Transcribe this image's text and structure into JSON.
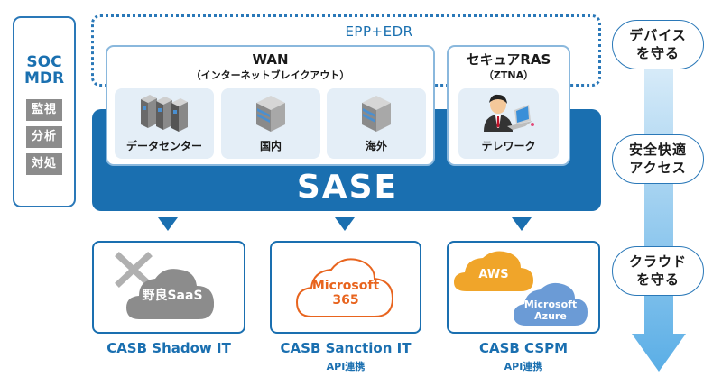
{
  "soc": {
    "title_line1": "SOC",
    "title_line2": "MDR",
    "tags": [
      "監視",
      "分析",
      "対処"
    ]
  },
  "epp": {
    "label": "EPP+EDR"
  },
  "wan": {
    "title": "WAN",
    "subtitle": "（インターネットブレイクアウト）",
    "tiles": [
      {
        "label": "データセンター",
        "icon": "server-rack-icon"
      },
      {
        "label": "国内",
        "icon": "building-icon"
      },
      {
        "label": "海外",
        "icon": "building-icon"
      }
    ]
  },
  "ras": {
    "title": "セキュアRAS",
    "subtitle": "（ZTNA）",
    "tile": {
      "label": "テレワーク",
      "icon": "teleworker-icon"
    }
  },
  "sase": {
    "label": "SASE"
  },
  "casb": [
    {
      "label": "CASB Shadow IT",
      "sub": "",
      "cloud_text": "野良SaaS",
      "cloud_color": "#8c8c8c",
      "blocked": true
    },
    {
      "label": "CASB Sanction IT",
      "sub": "API連携",
      "cloud_line1": "Microsoft",
      "cloud_line2": "365",
      "cloud_color": "#e8641e"
    },
    {
      "label": "CASB CSPM",
      "sub": "API連携",
      "clouds": [
        {
          "text": "AWS",
          "color": "#f0a52a"
        },
        {
          "text_line1": "Microsoft",
          "text_line2": "Azure",
          "color": "#6b9bd6"
        }
      ]
    }
  ],
  "flow": {
    "steps": [
      {
        "line1": "デバイス",
        "line2": "を守る"
      },
      {
        "line1": "安全快適",
        "line2": "アクセス"
      },
      {
        "line1": "クラウド",
        "line2": "を守る"
      }
    ]
  },
  "colors": {
    "primary": "#1a6fb0",
    "card_border": "#8ab8dd",
    "tile_bg": "#e4eef7",
    "flow_arrow_top": "#d8ecf8",
    "flow_arrow_bottom": "#5aaee6"
  }
}
